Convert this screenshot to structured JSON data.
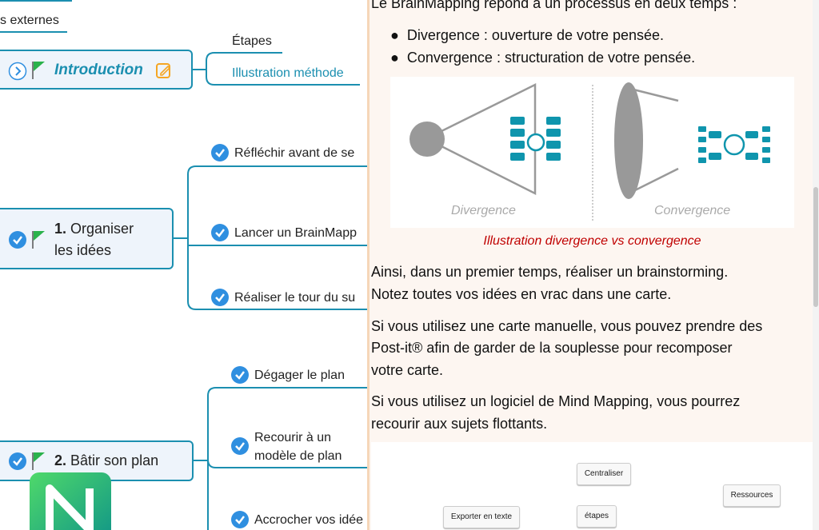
{
  "mindmap": {
    "partial_top": "s externes",
    "introduction": {
      "label": "Introduction",
      "children": [
        "Étapes",
        "Illustration méthode"
      ]
    },
    "organiser": {
      "number": "1.",
      "line1": "Organiser",
      "line2": "les idées",
      "children": [
        "Réfléchir avant de se",
        "Lancer un BrainMapp",
        "Réaliser le tour du su"
      ]
    },
    "batir": {
      "number": "2.",
      "label": "Bâtir son plan",
      "children": [
        "Dégager le plan",
        "Recourir à un",
        "modèle de plan",
        "Accrocher vos idée"
      ]
    }
  },
  "panel": {
    "intro": "Le BrainMapping répond à un processus en deux temps :",
    "bullets": [
      "Divergence : ouverture de votre pensée.",
      "Convergence : structuration de votre pensée."
    ],
    "figure": {
      "left_label": "Divergence",
      "right_label": "Convergence",
      "caption": "Illustration divergence vs convergence"
    },
    "p1": [
      "Ainsi, dans un premier temps, réaliser un brainstorming.",
      "Notez toutes vos idées en vrac dans une carte."
    ],
    "p2": [
      "Si vous utilisez une carte manuelle, vous pouvez prendre des",
      "Post-it® afin de garder de la souplesse pour recomposer",
      "votre carte."
    ],
    "p3": [
      "Si vous utilisez un logiciel de Mind Mapping, vous pourrez",
      "recourir aux sujets flottants."
    ],
    "floating": [
      "Centraliser",
      "Ressources",
      "Exporter en texte",
      "étapes"
    ]
  },
  "colors": {
    "accent": "#1b8fb0",
    "check": "#2f8fe0",
    "flag": "#2bb24c",
    "caption": "#c00000",
    "note": "#f5a623"
  }
}
